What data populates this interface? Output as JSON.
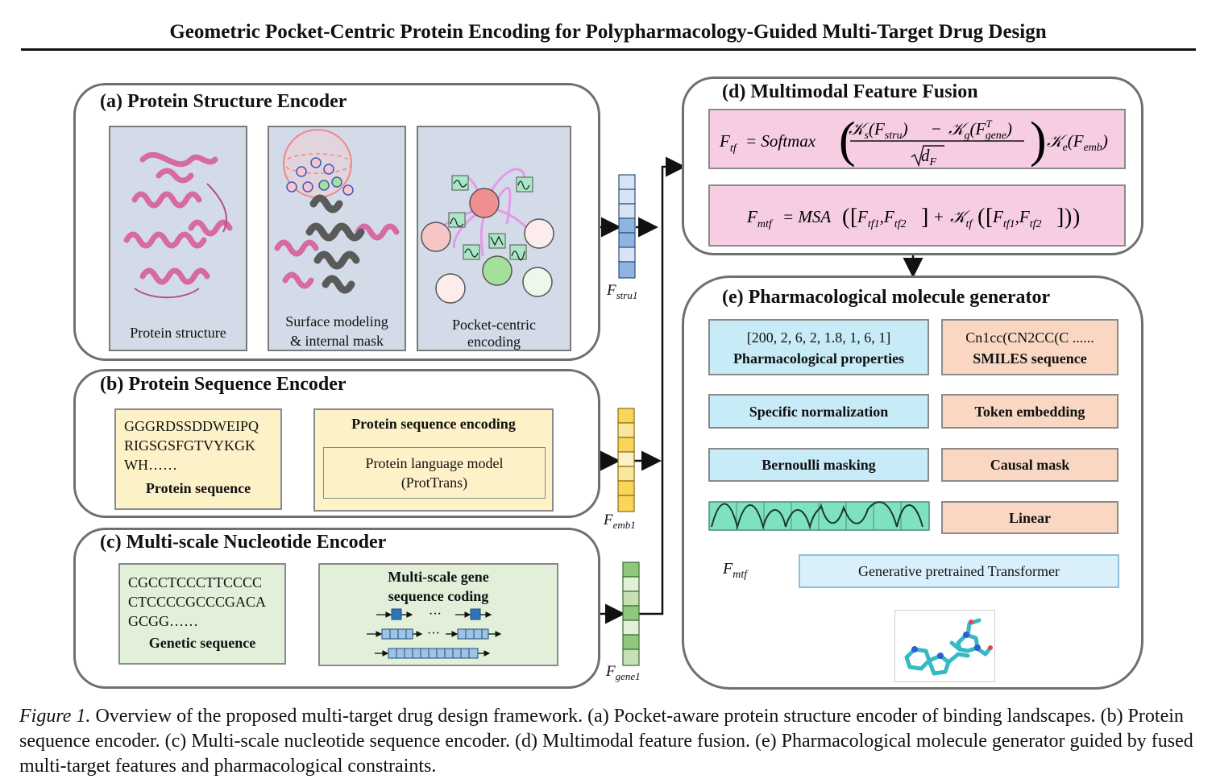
{
  "header": {
    "title": "Geometric Pocket-Centric Protein Encoding for Polypharmacology-Guided Multi-Target Drug Design"
  },
  "panel_a": {
    "title": "(a) Protein Structure Encoder",
    "protein_structure_label": "Protein structure",
    "surface_label_1": "Surface modeling",
    "surface_label_2": "& internal mask",
    "pocket_label_1": "Pocket-centric",
    "pocket_label_2": "encoding",
    "feature_main": "F",
    "feature_sub": "stru1"
  },
  "panel_b": {
    "title": "(b) Protein Sequence Encoder",
    "sequence_lines": [
      "GGGRDSSDDWEIPQ",
      "RIGSGSFGTVYKGK",
      "WH……"
    ],
    "sequence_label": "Protein sequence",
    "encoding_title": "Protein sequence encoding",
    "model_line_1": "Protein language model",
    "model_line_2": "(ProtTrans)",
    "feature_main": "F",
    "feature_sub": "emb1"
  },
  "panel_c": {
    "title": "(c) Multi-scale Nucleotide Encoder",
    "sequence_lines": [
      "CGCCTCCCTTCCCC",
      "CTCCCCGCCCGACA",
      "GCGG……"
    ],
    "sequence_label": "Genetic sequence",
    "coding_line_1": "Multi-scale gene",
    "coding_line_2": "sequence coding",
    "dots": "···",
    "feature_main": "F",
    "feature_sub": "gene1"
  },
  "panel_d": {
    "title": "(d) Multimodal Feature Fusion",
    "eq1": {
      "lhs_main": "F",
      "lhs_sub": "tf",
      "func": "= Softmax",
      "num_k1": "𝒦",
      "num_k1_sub": "s",
      "num_f1_main": "F",
      "num_f1_sub": "stru",
      "minus": "−",
      "num_k2": "𝒦",
      "num_k2_sub": "g",
      "num_f2_main": "F",
      "num_f2_sub": "gene",
      "num_f2_sup": "T",
      "den_main": "d",
      "den_sub": "F",
      "tail_k": "𝒦",
      "tail_k_sub": "e",
      "tail_f_main": "F",
      "tail_f_sub": "emb"
    },
    "eq2": {
      "lhs_main": "F",
      "lhs_sub": "mtf",
      "func": "= MSA",
      "t1_main": "F",
      "t1_sub": "tf1",
      "t2_main": "F",
      "t2_sub": "tf2",
      "plus": "+",
      "k_main": "𝒦",
      "k_sub": "tf"
    }
  },
  "panel_e": {
    "title": "(e) Pharmacological molecule generator",
    "props_values": "[200, 2, 6, 2, 1.8, 1, 6, 1]",
    "props_label": "Pharmacological properties",
    "smiles_value": "Cn1cc(CN2CC(C ......",
    "smiles_label": "SMILES sequence",
    "specific_norm": "Specific normalization",
    "token_embedding": "Token embedding",
    "bernoulli": "Bernoulli masking",
    "causal_mask": "Causal mask",
    "linear": "Linear",
    "transformer": "Generative pretrained Transformer",
    "input_main": "F",
    "input_sub": "mtf"
  },
  "caption": {
    "prefix": "Figure 1.",
    "text": " Overview of the proposed multi-target drug design framework. (a) Pocket-aware protein structure encoder of binding landscapes. (b) Protein sequence encoder. (c) Multi-scale nucleotide sequence encoder. (d) Multimodal feature fusion. (e) Pharmacological molecule generator guided by fused multi-target features and pharmacological constraints."
  },
  "colors": {
    "panel_border": "#6f6f6f",
    "structure_bg": "#d3dbe8",
    "protein_pink": "#d66aa3",
    "sequence_yellow": "#fdf1c8",
    "gene_green": "#e2efd9",
    "fusion_pink": "#f7cde3",
    "blue_box": "#c8ebf8",
    "orange_box": "#f9d7c2",
    "wave_green": "#7fe2bf"
  },
  "icons": [
    "alpha-helix-protein-icon",
    "pocket-sphere-icon",
    "graph-nodes-icon",
    "molecule-3d-icon",
    "feature-vector-icon"
  ]
}
